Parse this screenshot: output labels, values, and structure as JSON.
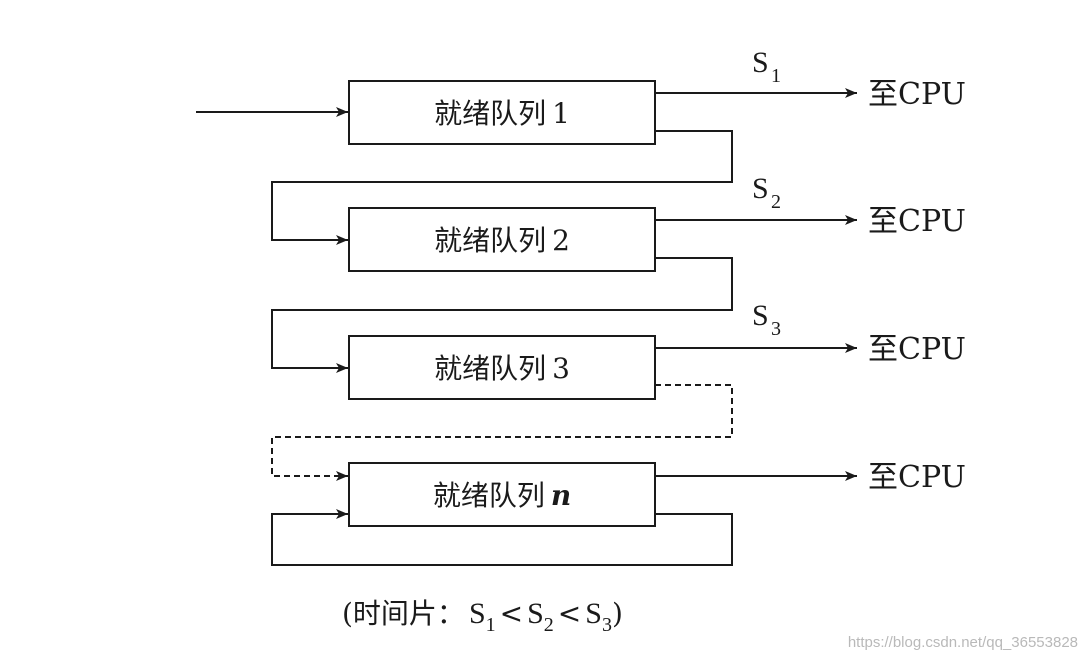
{
  "queues": [
    {
      "label": "就绪队列",
      "index": "1"
    },
    {
      "label": "就绪队列",
      "index": "2"
    },
    {
      "label": "就绪队列",
      "index": "3"
    },
    {
      "label": "就绪队列",
      "index": "n"
    }
  ],
  "outputs": [
    {
      "label": "至CPU",
      "slice": "S",
      "slice_sub": "1"
    },
    {
      "label": "至CPU",
      "slice": "S",
      "slice_sub": "2"
    },
    {
      "label": "至CPU",
      "slice": "S",
      "slice_sub": "3"
    },
    {
      "label": "至CPU"
    }
  ],
  "caption": {
    "prefix": "(时间片：",
    "s": "S",
    "sub1": "1",
    "lt": "<",
    "sub2": "2",
    "sub3": "3",
    "suffix": ")"
  },
  "watermark": "https://blog.csdn.net/qq_36553828"
}
